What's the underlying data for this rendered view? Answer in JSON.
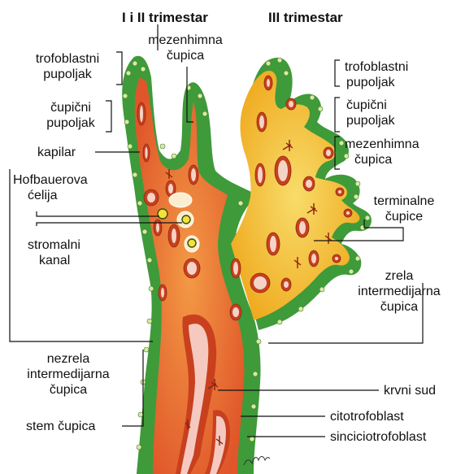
{
  "headers": {
    "early": "I i II trimestar",
    "late": "III trimestar"
  },
  "labels": {
    "mezenhimna_cupica_left": [
      "mezenhimna",
      "čupica"
    ],
    "trofoblastni_pupoljak_left": [
      "trofoblastni",
      "pupoljak"
    ],
    "cupicni_pupoljak_left": [
      "čupični",
      "pupoljak"
    ],
    "kapilar": "kapilar",
    "hofbauerova_celija": [
      "Hofbauerova",
      "ćelija"
    ],
    "stromalni_kanal": [
      "stromalni",
      "kanal"
    ],
    "nezrela_intermedijarna_cupica": [
      "nezrela",
      "intermedijarna",
      "čupica"
    ],
    "stem_cupica": "stem čupica",
    "trofoblastni_pupoljak_right": [
      "trofoblastni",
      "pupoljak"
    ],
    "cupicni_pupoljak_right": [
      "čupični",
      "pupoljak"
    ],
    "mezenhimna_cupica_right": [
      "mezenhimna",
      "čupica"
    ],
    "terminalne_cupice": [
      "terminalne",
      "čupice"
    ],
    "zrela_intermedijarna_cupica": [
      "zrela",
      "intermedijarna",
      "čupica"
    ],
    "krvni_sud": "krvni sud",
    "citotrofoblast": "citotrofoblast",
    "sinciciotrofoblast": "sinciciotrofoblast"
  },
  "colors": {
    "trophoblast": "#3f9a3a",
    "trophoblast_light": "#8cc45a",
    "stroma_early": "#e8632a",
    "stroma_early_core": "#f08a3a",
    "stroma_late": "#f2b51f",
    "stroma_late_core": "#f7d65a",
    "vessel_wall": "#c8401e",
    "erythrocytes": "#f5c9c0"
  }
}
